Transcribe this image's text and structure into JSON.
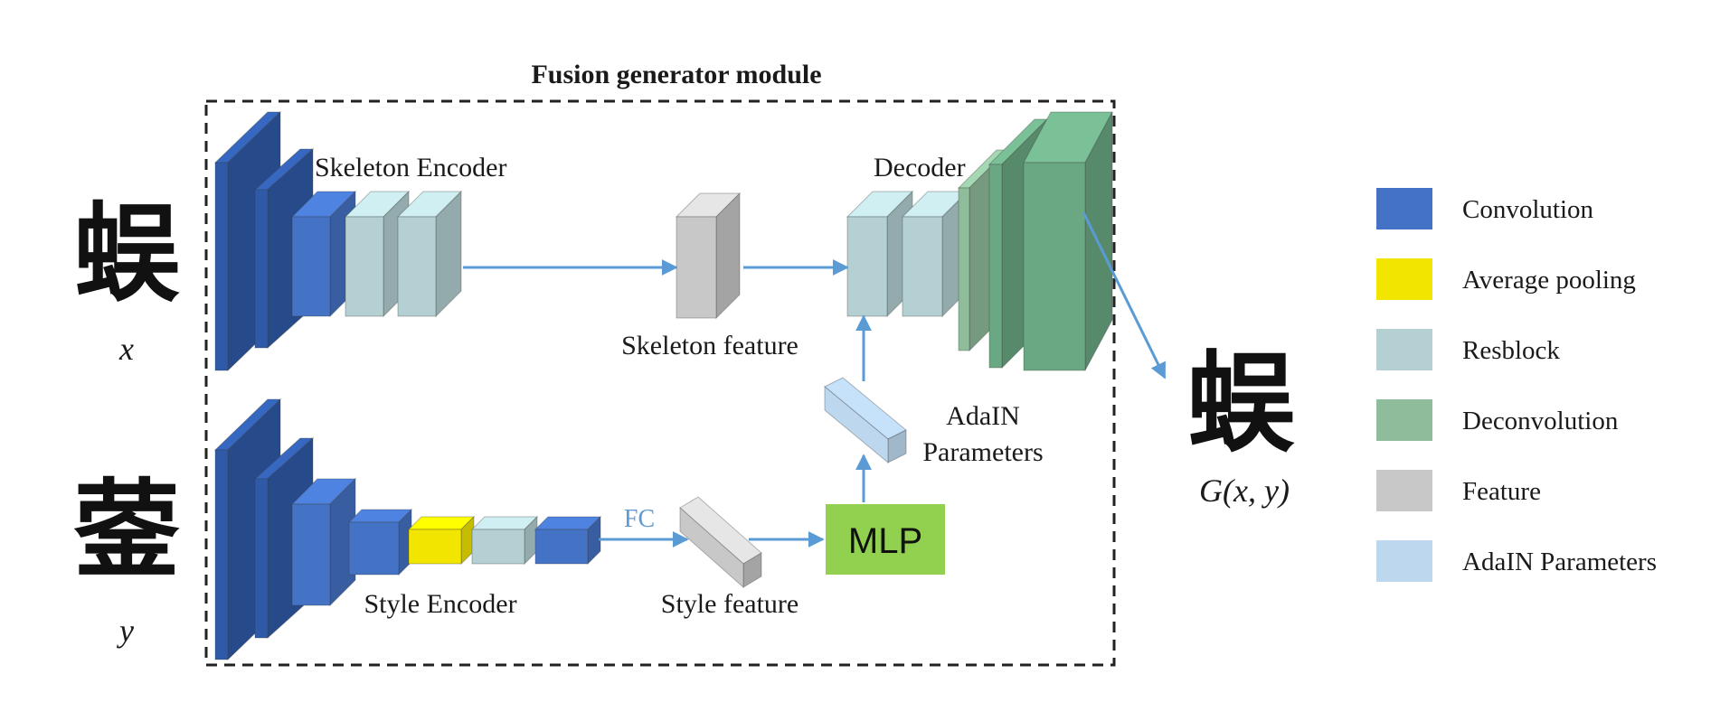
{
  "title": "Fusion generator module",
  "labels": {
    "skeleton_encoder": "Skeleton Encoder",
    "decoder": "Decoder",
    "skeleton_feature": "Skeleton feature",
    "adain_line1": "AdaIN",
    "adain_line2": "Parameters",
    "style_encoder": "Style Encoder",
    "style_feature": "Style feature",
    "fc": "FC",
    "mlp": "MLP"
  },
  "inputs": {
    "content_glyph": "蜈",
    "content_var": "x",
    "style_glyph": "蓥",
    "style_var": "y"
  },
  "output": {
    "glyph": "蜈",
    "label": "G(x, y)"
  },
  "legend": [
    {
      "label": "Convolution",
      "color": "#4472c4"
    },
    {
      "label": "Average pooling",
      "color": "#f2e600"
    },
    {
      "label": "Resblock",
      "color": "#b4d0d3"
    },
    {
      "label": "Deconvolution",
      "color": "#8fbc9b"
    },
    {
      "label": "Feature",
      "color": "#c8c8c8"
    },
    {
      "label": "AdaIN Parameters",
      "color": "#bdd7ee"
    }
  ],
  "colors": {
    "arrow": "#5b9bd5",
    "mlp": "#92d050",
    "frame": "#222222"
  }
}
